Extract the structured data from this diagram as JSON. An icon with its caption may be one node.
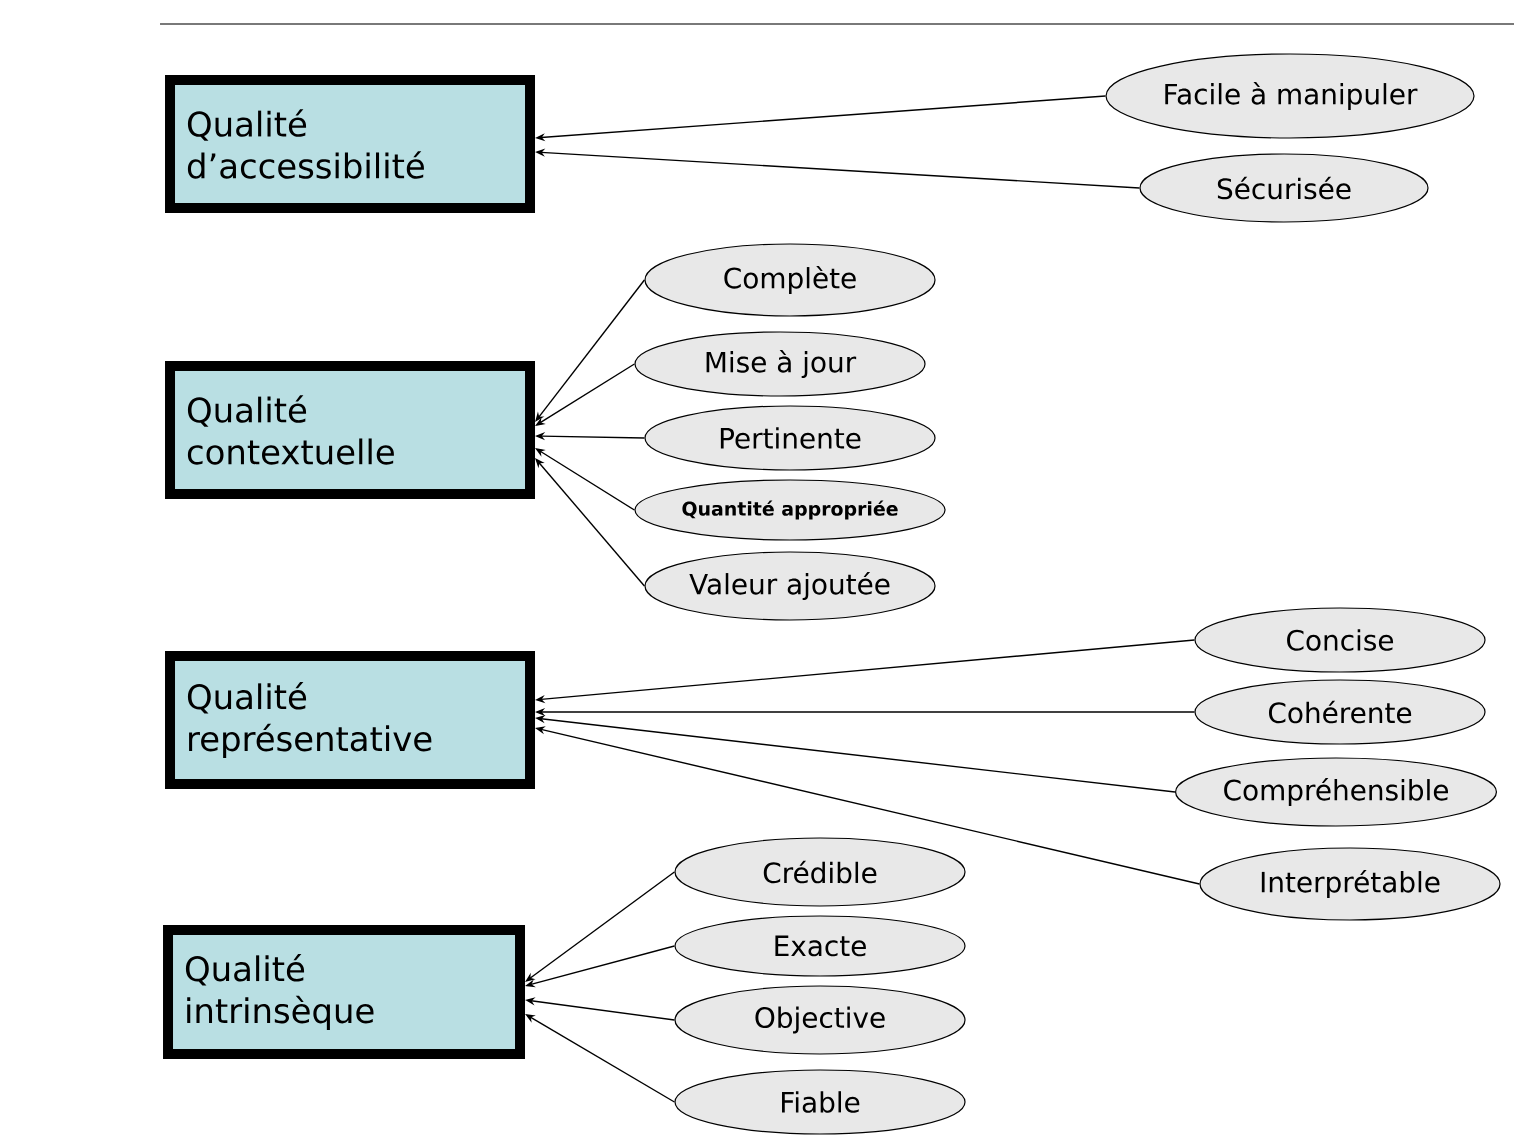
{
  "diagram": {
    "nodes": [
      {
        "text": [
          "Qualité d’accessibilité"
        ]
      },
      {
        "text": [
          "Facile à manipuler"
        ]
      },
      {
        "text": [
          "Sécurisée"
        ]
      },
      {
        "text": [
          "Qualité contextuelle"
        ]
      },
      {
        "text": [
          "Complète"
        ]
      },
      {
        "text": [
          "Mise à jour"
        ]
      },
      {
        "text": [
          "Pertinente"
        ]
      },
      {
        "text": [
          "Quantité appropriée"
        ]
      },
      {
        "text": [
          "Valeur ajoutée"
        ]
      },
      {
        "text": [
          "Qualité représentative"
        ]
      },
      {
        "text": [
          "Concise"
        ]
      },
      {
        "text": [
          "Cohérente"
        ]
      },
      {
        "text": [
          "Compréhensible"
        ]
      },
      {
        "text": [
          "Interprétable"
        ]
      },
      {
        "text": [
          "Qualité intrinsèque"
        ]
      },
      {
        "text": [
          "Crédible"
        ]
      },
      {
        "text": [
          "Exacte"
        ]
      },
      {
        "text": [
          "Objective"
        ]
      },
      {
        "text": [
          "Fiable"
        ]
      }
    ],
    "edges": [
      {
        "from": 1,
        "to": 0,
        "arrow": "to"
      },
      {
        "from": 2,
        "to": 0,
        "arrow": "to"
      },
      {
        "from": 4,
        "to": 3,
        "arrow": "to"
      },
      {
        "from": 5,
        "to": 3,
        "arrow": "to"
      },
      {
        "from": 6,
        "to": 3,
        "arrow": "to"
      },
      {
        "from": 7,
        "to": 3,
        "arrow": "to"
      },
      {
        "from": 8,
        "to": 3,
        "arrow": "to"
      },
      {
        "from": 10,
        "to": 9,
        "arrow": "to"
      },
      {
        "from": 11,
        "to": 9,
        "arrow": "to"
      },
      {
        "from": 12,
        "to": 9,
        "arrow": "to"
      },
      {
        "from": 13,
        "to": 9,
        "arrow": "to"
      },
      {
        "from": 15,
        "to": 14,
        "arrow": "to"
      },
      {
        "from": 16,
        "to": 14,
        "arrow": "to"
      },
      {
        "from": 17,
        "to": 14,
        "arrow": "to"
      },
      {
        "from": 18,
        "to": 14,
        "arrow": "to"
      }
    ]
  }
}
